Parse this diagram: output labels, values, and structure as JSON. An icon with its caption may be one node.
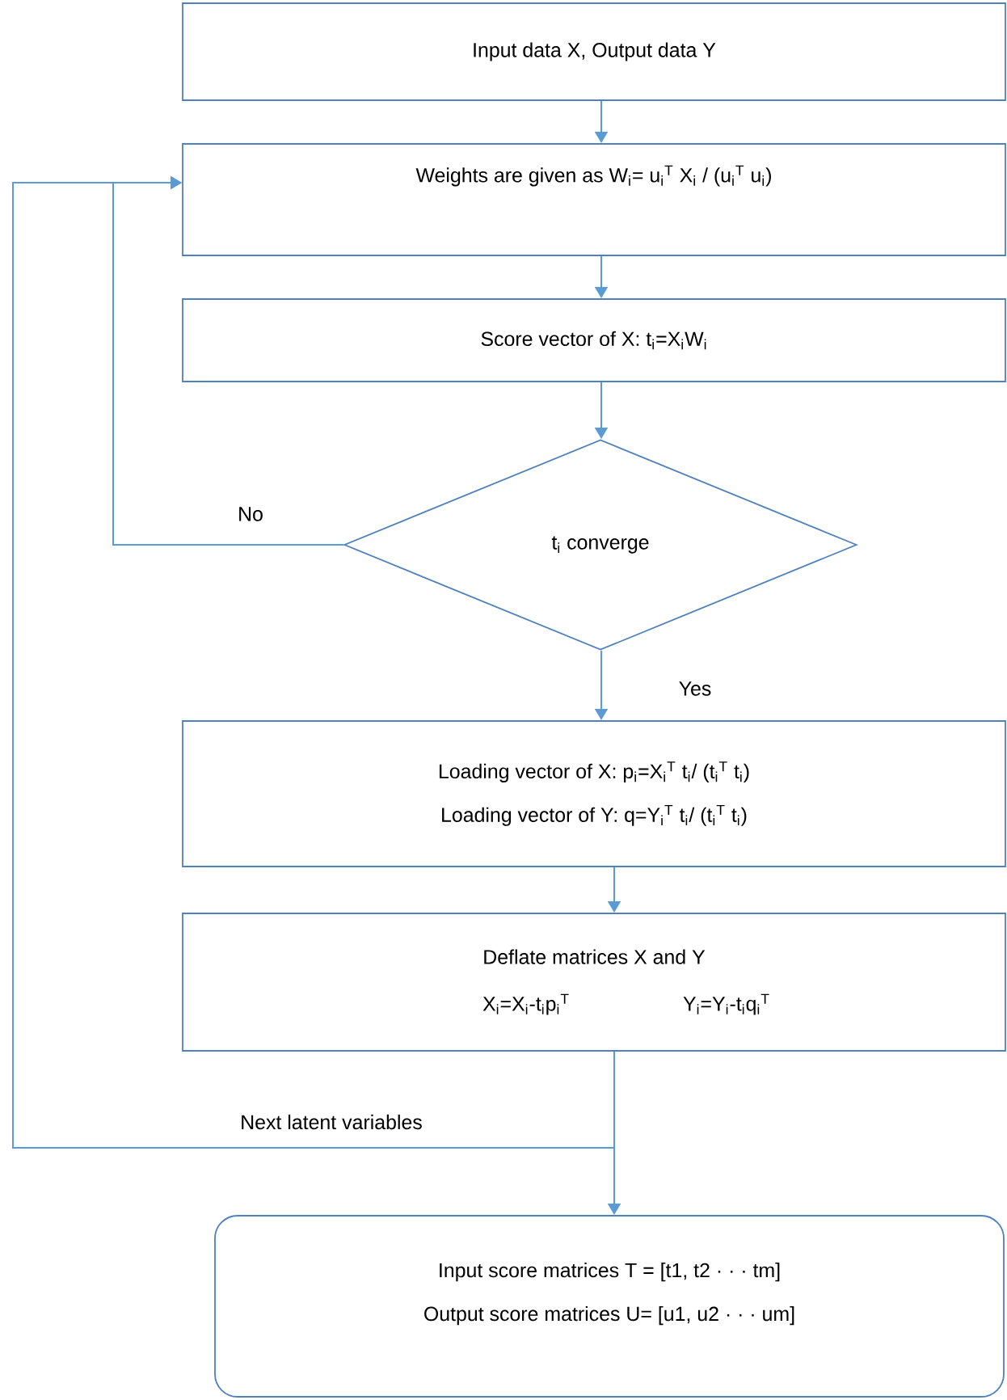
{
  "diagram": {
    "nodes": [
      {
        "text": [
          "Input data X, Output data Y"
        ]
      },
      {
        "text": [
          "Weights are given as   W$_{i}$= u$_{i}$$^{T}$ X$_{i}$ / (u$_{i}$$^{T}$ u$_{i}$)"
        ]
      },
      {
        "text": [
          "Score vector of X:   t$_{i}$=X$_{i}$W$_{i}$"
        ]
      },
      {
        "text": [
          "t$_{i}$ converge"
        ]
      },
      {
        "text": [
          "Loading vector of X:   p$_{i}$=X$_{i}$$^{T}$ t$_{i}$/ (t$_{i}$$^{T}$ t$_{i}$)",
          "Loading vector of Y:   q=Y$_{i}$$^{T}$ t$_{i}$/ (t$_{i}$$^{T}$ t$_{i}$)"
        ]
      },
      {
        "text": [
          "Deflate matrices X and Y",
          "X$_{i}$=X$_{i}$-t$_{i}$p$_{i}$$^{T}$",
          "Y$_{i}$=Y$_{i}$-t$_{i}$q$_{i}$$^{T}$"
        ]
      },
      {
        "text": [
          "Input score matrices T = [t1, t2 · · · tm]",
          "Output score matrices U= [u1, u2 · · · um]"
        ]
      }
    ],
    "edges": [
      {
        "from": 0,
        "to": 1,
        "arrow": "to"
      },
      {
        "from": 1,
        "to": 2,
        "arrow": "to"
      },
      {
        "from": 2,
        "to": 3,
        "arrow": "to"
      },
      {
        "from": 3,
        "to": 1,
        "arrow": "to",
        "label": "No"
      },
      {
        "from": 3,
        "to": 4,
        "arrow": "to",
        "label": "Yes"
      },
      {
        "from": 4,
        "to": 5,
        "arrow": "to"
      },
      {
        "from": 5,
        "to": 1,
        "arrow": "to",
        "label": "Next latent variables"
      },
      {
        "from": 5,
        "to": 6,
        "arrow": "to"
      }
    ]
  }
}
